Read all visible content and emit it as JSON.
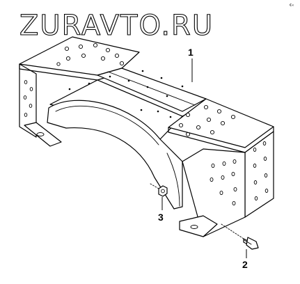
{
  "watermark": {
    "text": "ZURAVTO.RU"
  },
  "corner_mark": {
    "text": "€«"
  },
  "callouts": [
    {
      "id": "1",
      "label": "1"
    },
    {
      "id": "2",
      "label": "2"
    },
    {
      "id": "3",
      "label": "3"
    }
  ]
}
